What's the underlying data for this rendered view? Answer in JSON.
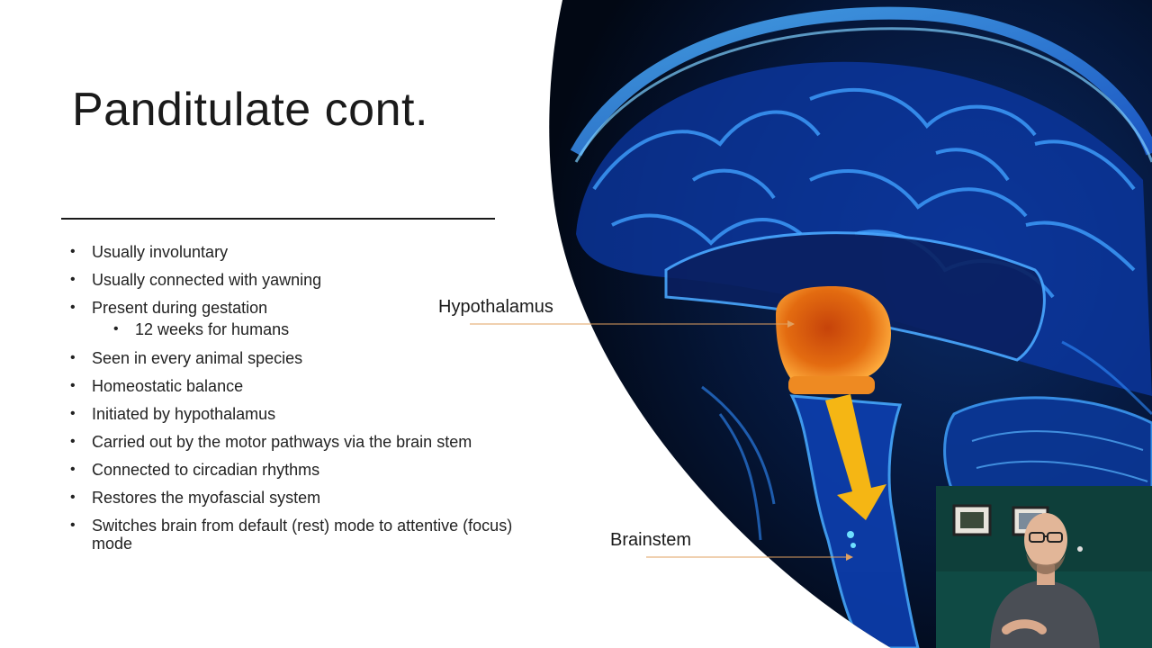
{
  "slide": {
    "title": "Panditulate cont.",
    "bullets": [
      "Usually involuntary",
      "Usually connected with yawning",
      "Present during gestation",
      "12 weeks for humans",
      "Seen in every animal species",
      "Homeostatic balance",
      "Initiated by hypothalamus",
      "Carried out by the motor pathways via the brain stem",
      "Connected to circadian rhythms",
      "Restores the myofascial system",
      "Switches brain from default (rest) mode to attentive (focus) mode"
    ]
  },
  "labels": {
    "hypothalamus": "Hypothalamus",
    "brainstem": "Brainstem"
  },
  "colors": {
    "brain_blue": "#1b6fe0",
    "hypothalamus_orange": "#f07a10",
    "arrow_yellow": "#f5b614",
    "pointer_line": "#e0a060"
  }
}
